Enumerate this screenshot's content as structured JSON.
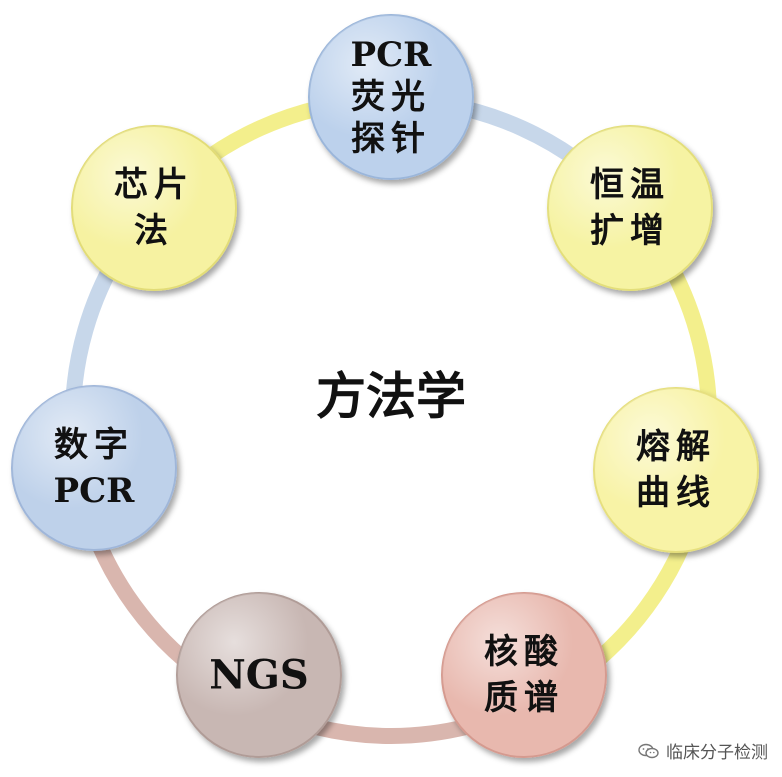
{
  "center": {
    "label": "方法学"
  },
  "nodes": [
    {
      "id": "pcr-probe",
      "lines": [
        "PCR",
        "荧光",
        "探针"
      ],
      "fill": "#bcd1ec",
      "edge": "#9bb6da"
    },
    {
      "id": "isothermal",
      "lines": [
        "恒温",
        "扩增"
      ],
      "fill": "#f6f3a3",
      "edge": "#e3de7a"
    },
    {
      "id": "melting-curve",
      "lines": [
        "熔解",
        "曲线"
      ],
      "fill": "#f8f3a6",
      "edge": "#e6df7e"
    },
    {
      "id": "nucleic-ms",
      "lines": [
        "核酸",
        "质谱"
      ],
      "fill": "#e8b8ae",
      "edge": "#d59a8f"
    },
    {
      "id": "ngs",
      "lines": [
        "NGS"
      ],
      "fill": "#c8b7b3",
      "edge": "#b09c97"
    },
    {
      "id": "digital-pcr",
      "lines": [
        "数字",
        "PCR"
      ],
      "fill": "#bed1ea",
      "edge": "#9fb6d9"
    },
    {
      "id": "chip",
      "lines": [
        "芯片",
        "法"
      ],
      "fill": "#f6f2a1",
      "edge": "#e2dc77"
    }
  ],
  "ring_colors": {
    "blue": "#c7d7ea",
    "yellow": "#f3ef8c",
    "rose": "#d9b6ae"
  },
  "watermark": {
    "text": "临床分子检测",
    "icon": "wechat-icon"
  }
}
